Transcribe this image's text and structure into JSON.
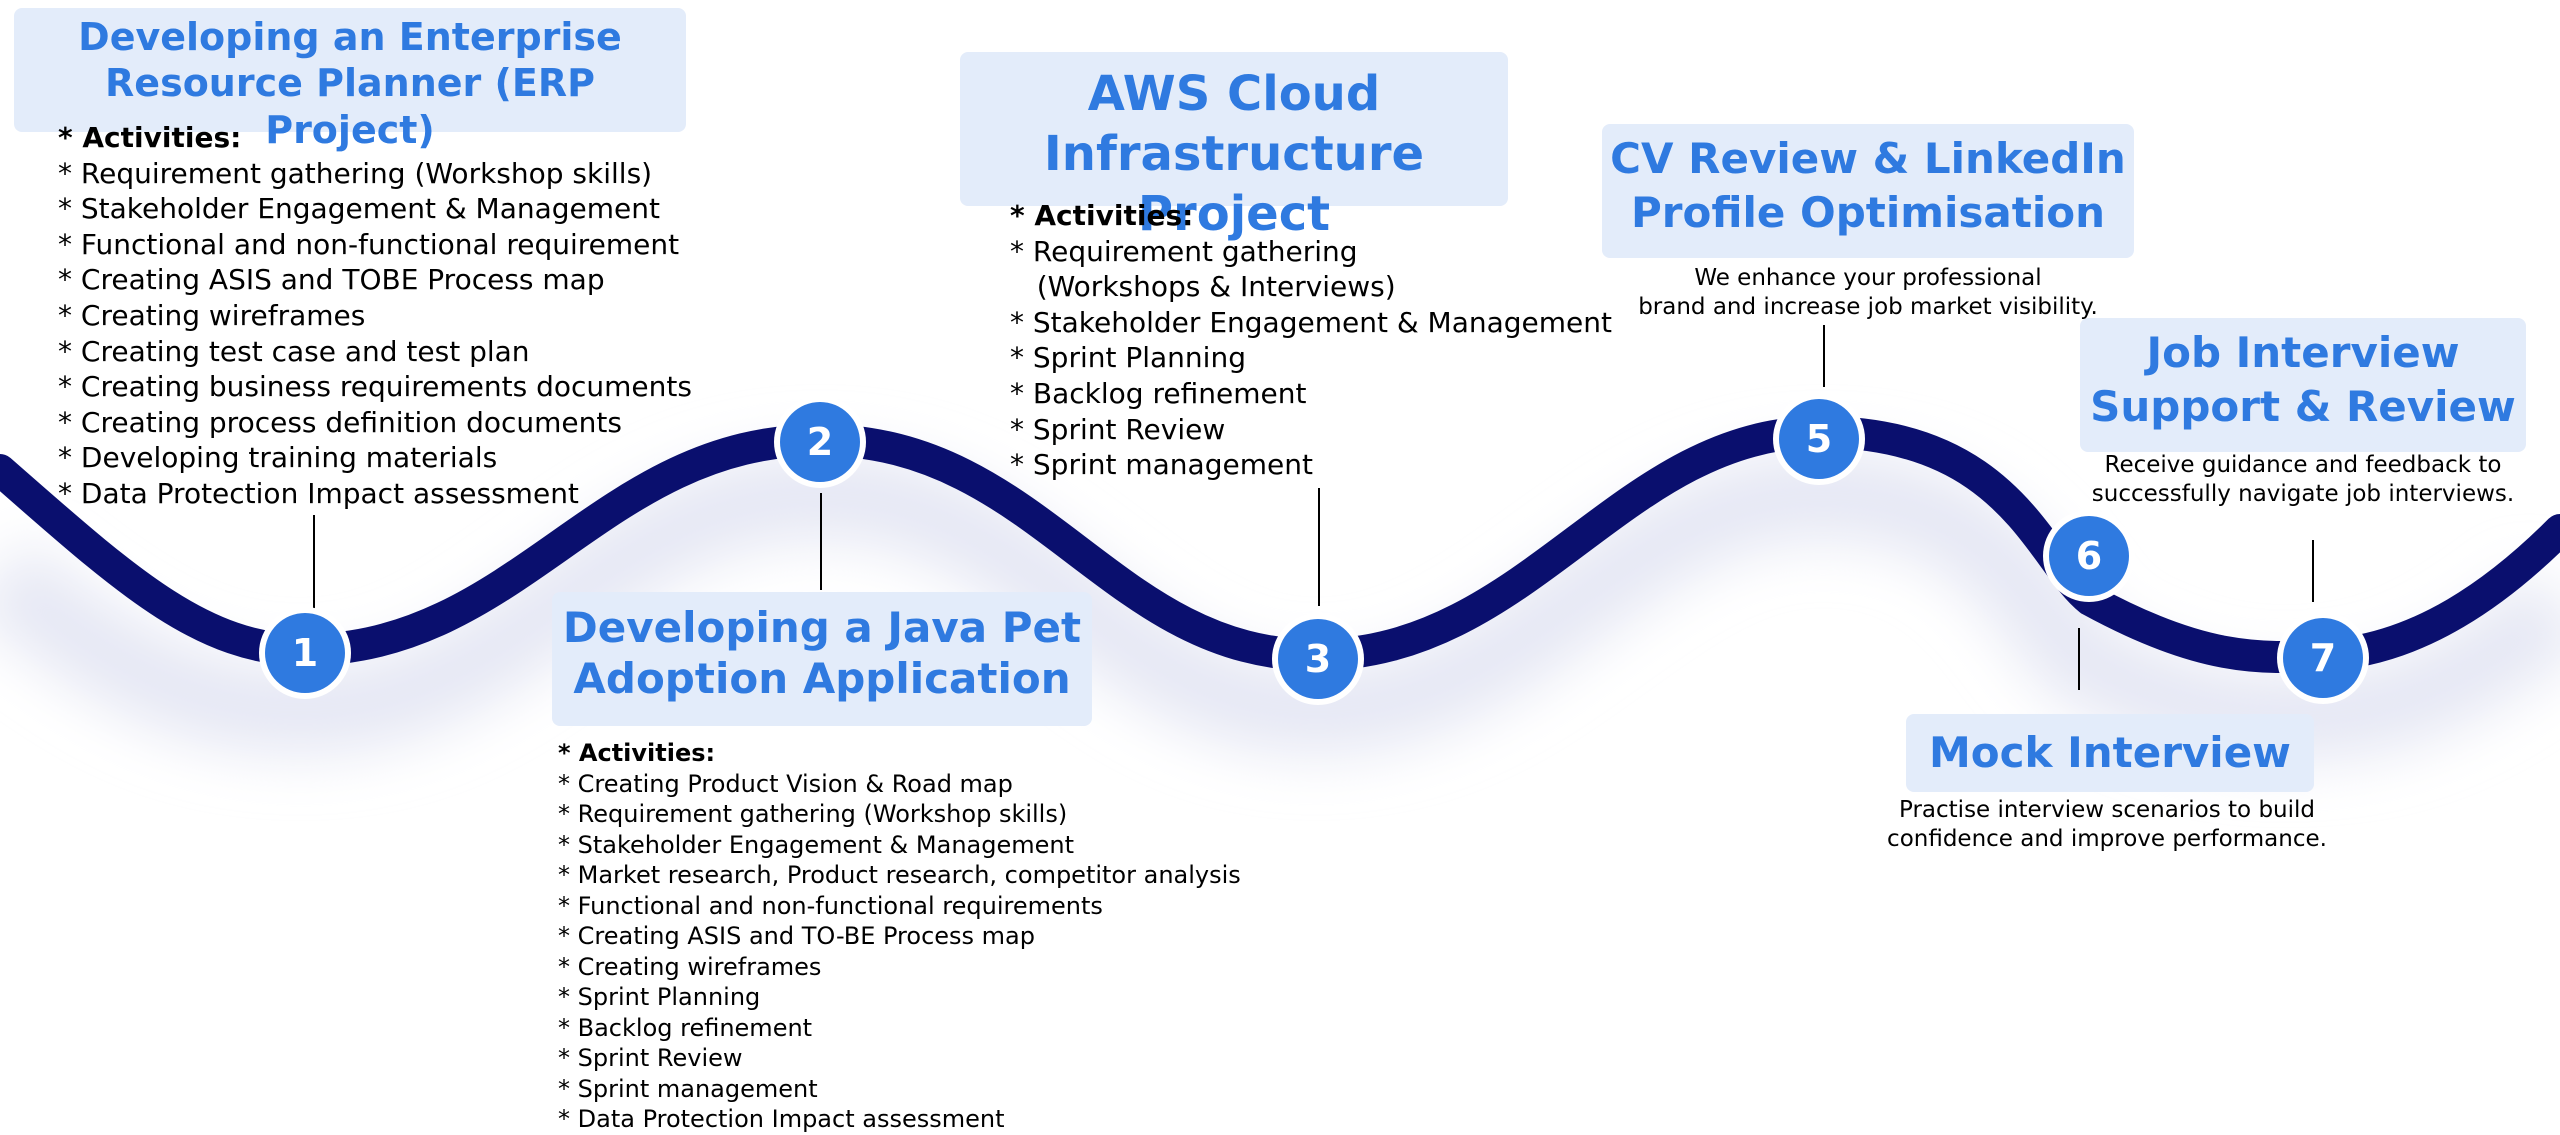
{
  "colors": {
    "wave": "#0a0f6e",
    "node": "#2f7ae0",
    "title": "#2f7ae0",
    "title_bg": "#e3ecfa",
    "shadow": "#e6e8f4"
  },
  "steps": [
    {
      "number": "1",
      "title": [
        "Developing an Enterprise",
        "Resource Planner (ERP Project)"
      ],
      "items": [
        "* Activities:",
        "* Requirement gathering (Workshop skills)",
        "* Stakeholder Engagement & Management",
        "* Functional and non-functional requirement",
        "* Creating ASIS and TOBE Process map",
        "* Creating wireframes",
        "* Creating test case and test plan",
        "* Creating business requirements documents",
        "* Creating process definition documents",
        "* Developing training materials",
        "* Data Protection Impact assessment"
      ]
    },
    {
      "number": "2",
      "title": [
        "Developing a Java Pet",
        "Adoption Application"
      ],
      "items": [
        "* Activities:",
        " * Creating Product Vision & Road map",
        " * Requirement gathering (Workshop skills)",
        " * Stakeholder Engagement & Management",
        " * Market research, Product research, competitor analysis",
        " * Functional and non-functional requirements",
        " * Creating ASIS and TO-BE Process map",
        " * Creating wireframes",
        " * Sprint Planning",
        " * Backlog refinement",
        " * Sprint Review",
        " * Sprint management",
        " * Data Protection Impact assessment"
      ]
    },
    {
      "number": "3",
      "title": [
        "AWS Cloud",
        "Infrastructure Project"
      ],
      "items": [
        "* Activities:",
        "* Requirement gathering",
        "   (Workshops & Interviews)",
        "* Stakeholder Engagement & Management",
        "* Sprint Planning",
        "* Backlog refinement",
        "* Sprint Review",
        "* Sprint management"
      ]
    },
    {
      "number": "5",
      "title": [
        "CV Review & LinkedIn",
        "Profile Optimisation"
      ],
      "description": [
        "We enhance your professional",
        "brand and increase job market visibility."
      ]
    },
    {
      "number": "6",
      "title": [
        "Mock Interview"
      ],
      "description": [
        "Practise interview scenarios to build",
        "confidence and improve performance."
      ]
    },
    {
      "number": "7",
      "title": [
        "Job Interview",
        "Support & Review"
      ],
      "description": [
        "Receive guidance and feedback to",
        "successfully navigate job interviews."
      ]
    }
  ]
}
